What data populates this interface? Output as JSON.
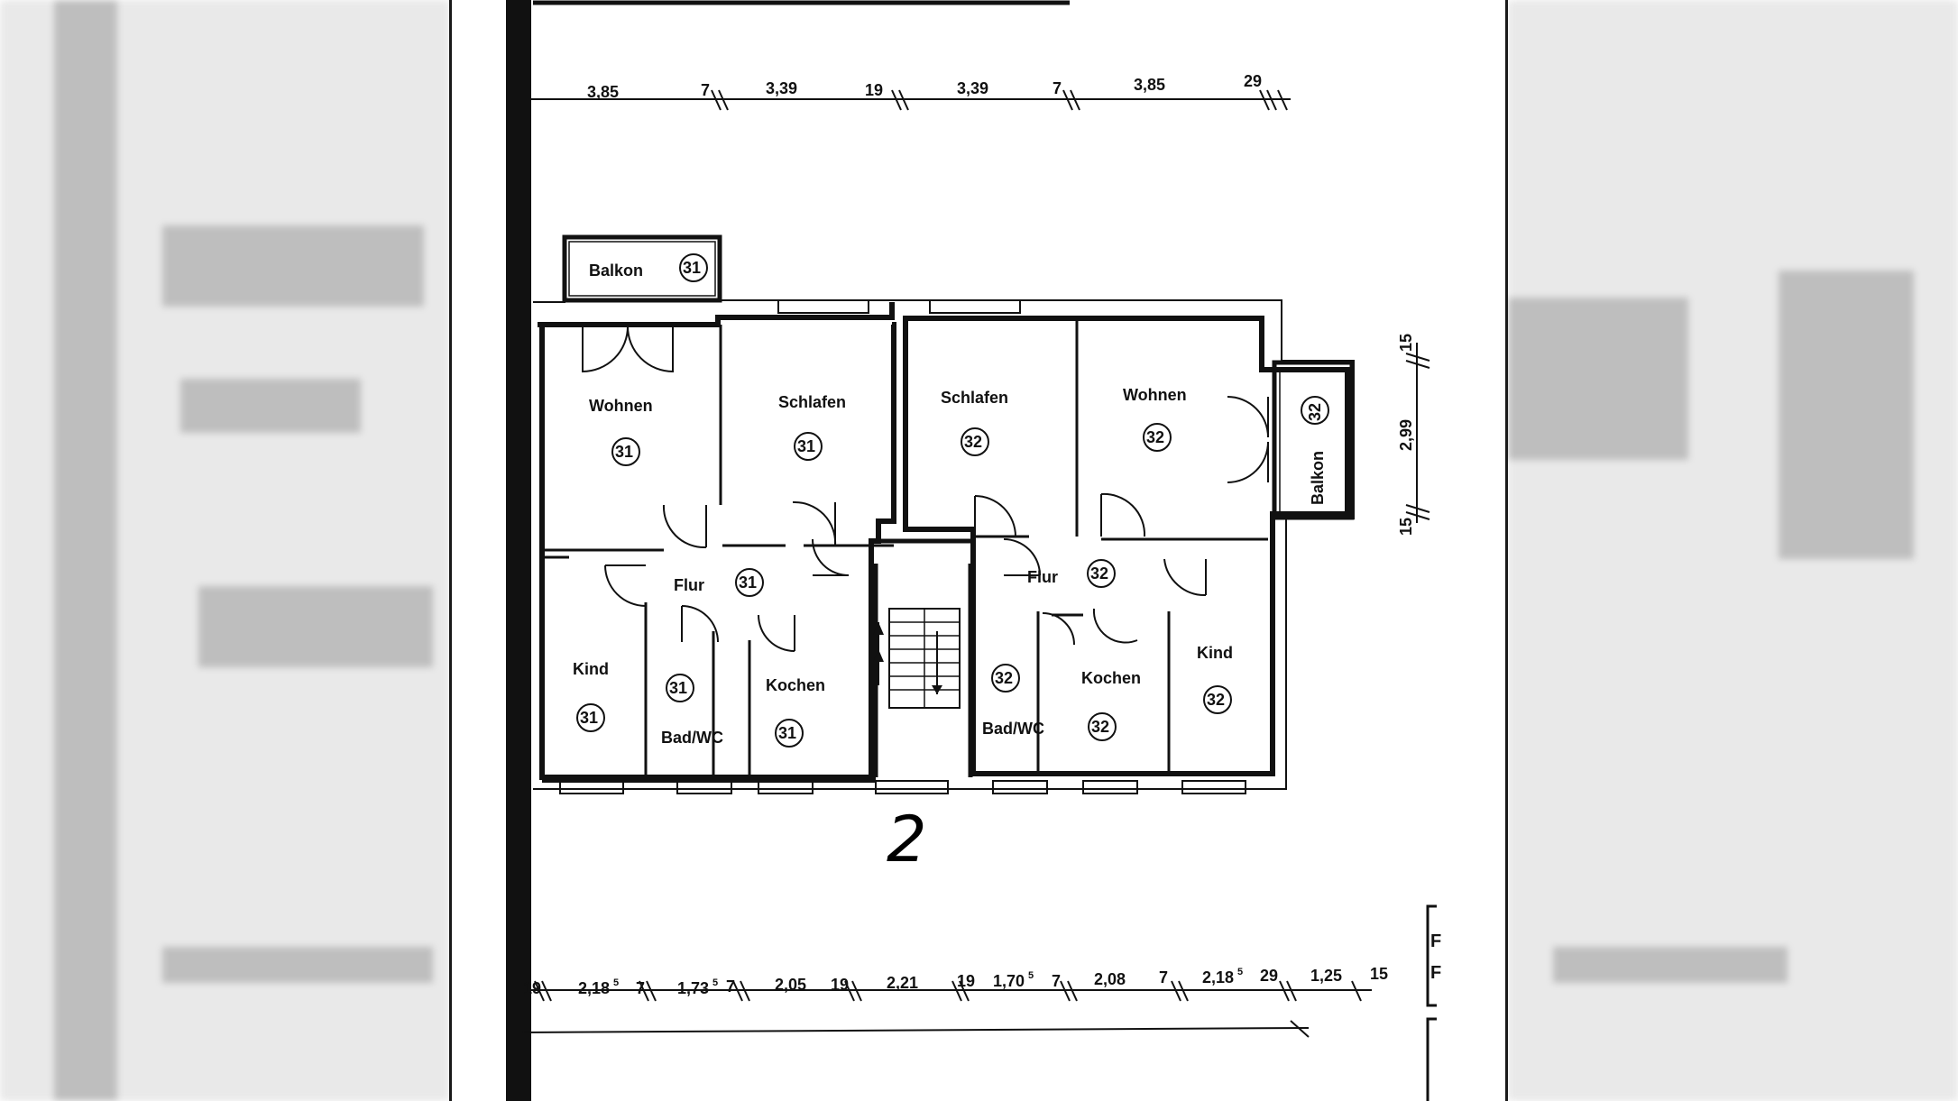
{
  "floor_label": "2",
  "units": [
    "31",
    "32"
  ],
  "rooms": {
    "balkon_31": "Balkon",
    "wohnen_31": "Wohnen",
    "schlafen_31": "Schlafen",
    "flur_31": "Flur",
    "kind_31": "Kind",
    "bad_31": "Bad/WC",
    "kochen_31": "Kochen",
    "schlafen_32": "Schlafen",
    "wohnen_32": "Wohnen",
    "balkon_32": "Balkon",
    "flur_32": "Flur",
    "bad_32": "Bad/WC",
    "kochen_32": "Kochen",
    "kind_32": "Kind"
  },
  "top_dims": [
    {
      "v": "3,85"
    },
    {
      "v": "7"
    },
    {
      "v": "3,39"
    },
    {
      "v": "19"
    },
    {
      "v": "3,39"
    },
    {
      "v": "7"
    },
    {
      "v": "3,85"
    },
    {
      "v": "29"
    }
  ],
  "bottom_dims": [
    {
      "v": "19",
      "s": ""
    },
    {
      "v": "2,18",
      "s": "5"
    },
    {
      "v": "7",
      "s": ""
    },
    {
      "v": "1,73",
      "s": "5"
    },
    {
      "v": "7",
      "s": ""
    },
    {
      "v": "2,05",
      "s": ""
    },
    {
      "v": "19",
      "s": ""
    },
    {
      "v": "2,21",
      "s": ""
    },
    {
      "v": "19",
      "s": ""
    },
    {
      "v": "1,70",
      "s": "5"
    },
    {
      "v": "7",
      "s": ""
    },
    {
      "v": "2,08",
      "s": ""
    },
    {
      "v": "7",
      "s": ""
    },
    {
      "v": "2,18",
      "s": "5"
    },
    {
      "v": "29",
      "s": ""
    },
    {
      "v": "1,25",
      "s": ""
    },
    {
      "v": "15",
      "s": ""
    }
  ],
  "side_dims": [
    {
      "v": "15"
    },
    {
      "v": "2,99"
    },
    {
      "v": "15"
    }
  ],
  "edge_fragment": [
    "F",
    "F"
  ]
}
